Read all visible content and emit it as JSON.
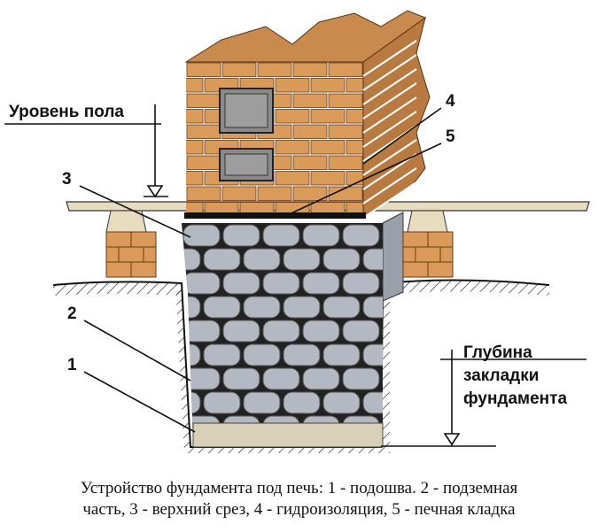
{
  "labels": {
    "floor_level": "Уровень пола",
    "depth_line1": "Глубина",
    "depth_line2": "закладки",
    "depth_line3": "фундамента",
    "n1": "1",
    "n2": "2",
    "n3": "3",
    "n4": "4",
    "n5": "5"
  },
  "caption": {
    "line1": "Устройство фундамента под печь: 1 - подошва. 2 - подземная",
    "line2": "часть, 3 - верхний срез, 4 - гидроизоляция, 5 - печная кладка"
  },
  "colors": {
    "brick": "#d99a5a",
    "mortar": "#ffffff",
    "stone": "#b4b8c2",
    "board": "#e8dcc0",
    "sand": "#d8d0b8",
    "door": "#8a8a8a"
  }
}
